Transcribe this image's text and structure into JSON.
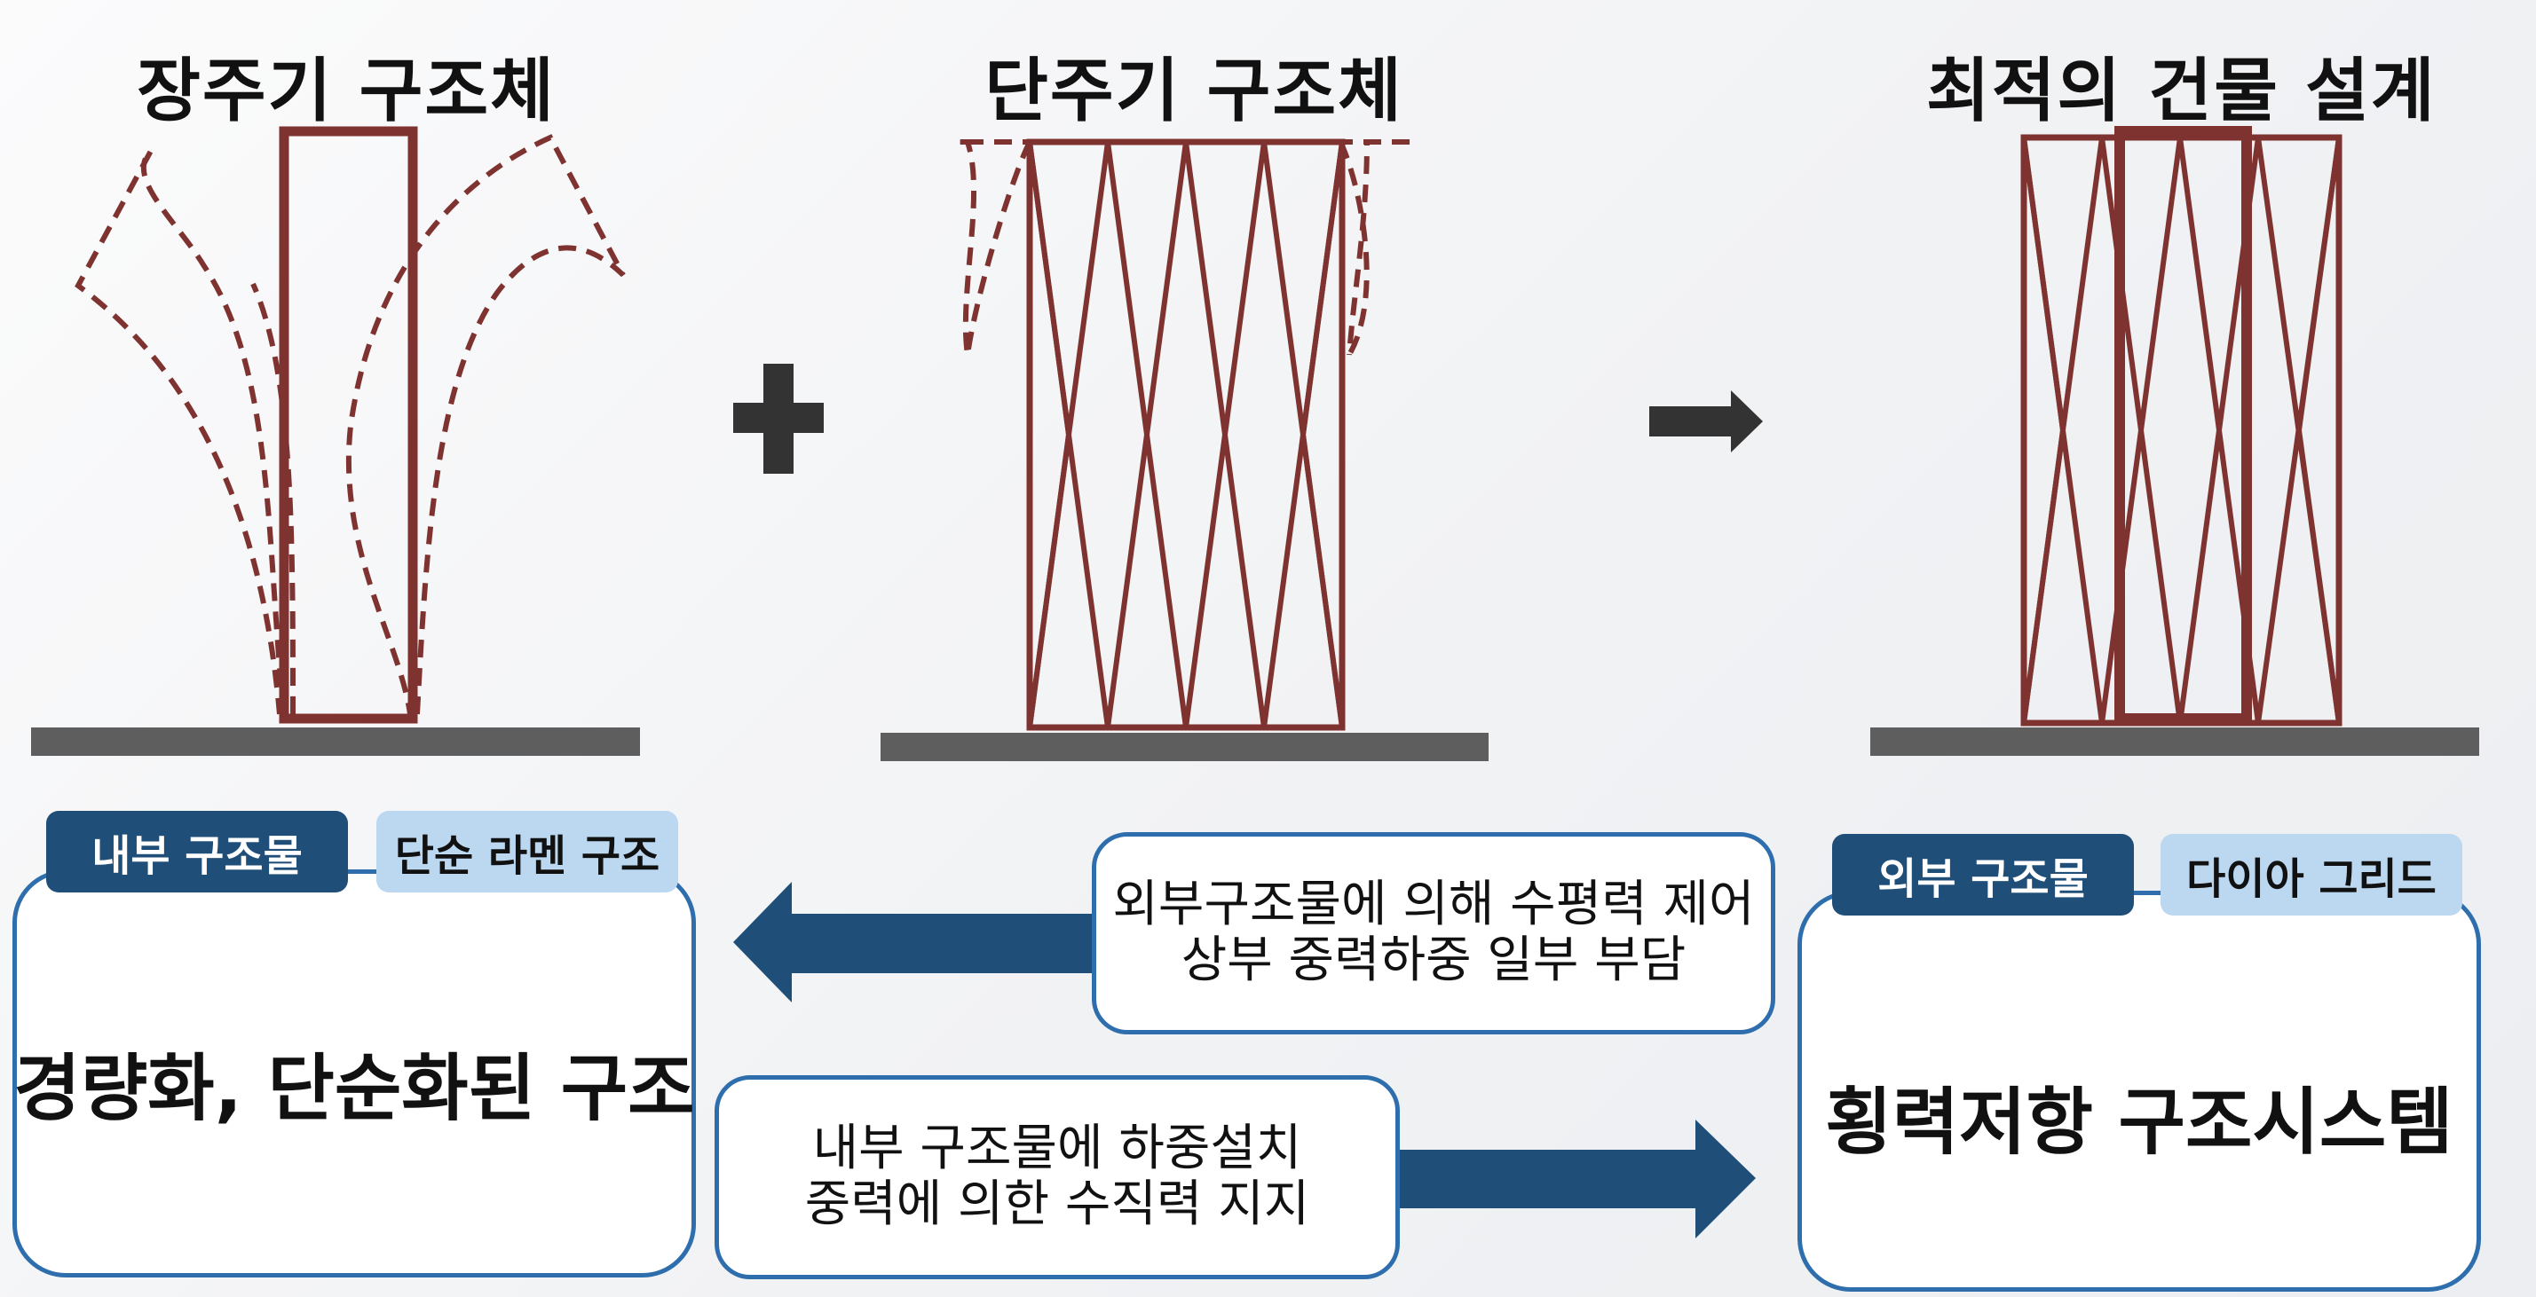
{
  "titles": {
    "long_period": "장주기 구조체",
    "short_period": "단주기 구조체",
    "optimal": "최적의 건물 설계"
  },
  "left_panel": {
    "tag_dark": "내부 구조물",
    "tag_light": "단순 라멘 구조",
    "main_text": "경량화, 단순화된 구조"
  },
  "right_panel": {
    "tag_dark": "외부 구조물",
    "tag_light": "다이아 그리드",
    "main_text": "횡력저항 구조시스템"
  },
  "callout_top": {
    "line1": "외부구조물에 의해 수평력 제어",
    "line2": "상부 중력하중 일부 부담"
  },
  "callout_bottom": {
    "line1": "내부 구조물에 하중설치",
    "line2": "중력에 의한 수직력 지지"
  },
  "colors": {
    "structure": "#7e3330",
    "ground": "#5e5e5e",
    "navy": "#1f4e79",
    "light_blue": "#bcd7f0",
    "border_blue": "#2e6ead"
  }
}
